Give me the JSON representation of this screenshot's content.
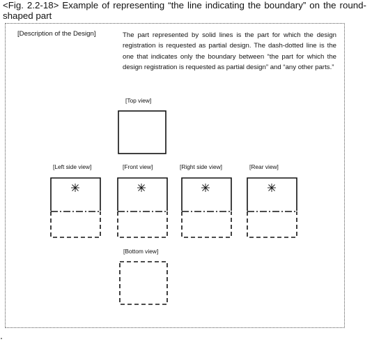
{
  "figure": {
    "title": "<Fig. 2.2-18> Example of representing “the line indicating the boundary” on the round-shaped part"
  },
  "description": {
    "label": "[Description of the Design]",
    "text": "The part represented by solid lines is the part for which the design registration is requested as partial design. The dash-dotted line is the one that indicates only the boundary between “the part for which the design registration is requested as partial design” and “any other parts.”"
  },
  "views": {
    "top": "[Top view]",
    "left_side": "[Left side view]",
    "front": "[Front view]",
    "right_side": "[Right side view]",
    "rear": "[Rear view]",
    "bottom": "[Bottom view]"
  }
}
